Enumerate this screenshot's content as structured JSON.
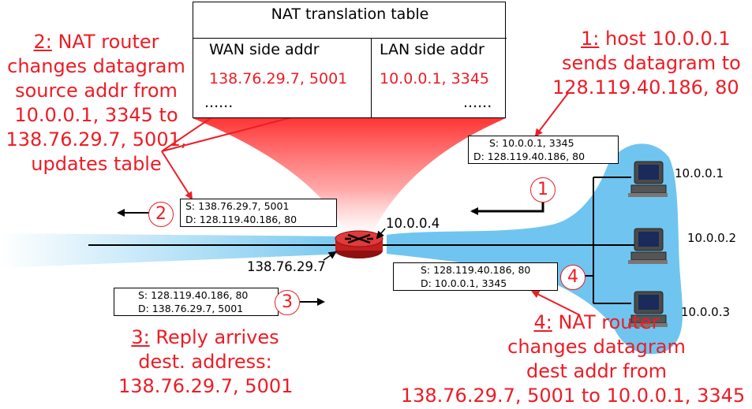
{
  "nat_table": {
    "title": "NAT translation table",
    "col_wan": "WAN side addr",
    "col_lan": "LAN side addr",
    "row1_wan": "138.76.29.7, 5001",
    "row1_lan": "10.0.0.1, 3345",
    "row2_wan": "......",
    "row2_lan": "......"
  },
  "steps": {
    "s1": {
      "num": "1:",
      "lines": [
        "host 10.0.0.1",
        "sends datagram to",
        "128.119.40.186, 80"
      ]
    },
    "s2": {
      "num": "2:",
      "lines": [
        "NAT router",
        "changes datagram",
        "source addr from",
        "10.0.0.1, 3345 to",
        "138.76.29.7, 5001,",
        "updates table"
      ]
    },
    "s3": {
      "num": "3:",
      "lines": [
        "Reply arrives",
        "dest. address:",
        "138.76.29.7, 5001"
      ]
    },
    "s4": {
      "num": "4:",
      "lines": [
        "NAT router",
        "changes datagram",
        "dest addr from",
        "138.76.29.7, 5001 to 10.0.0.1, 3345"
      ]
    }
  },
  "packets": {
    "p1": {
      "src": "S: 10.0.0.1, 3345",
      "dst": "D: 128.119.40.186, 80"
    },
    "p2": {
      "src": "S: 138.76.29.7, 5001",
      "dst": "D: 128.119.40.186, 80"
    },
    "p3": {
      "src": "S: 128.119.40.186, 80",
      "dst": "D: 138.76.29.7, 5001"
    },
    "p4": {
      "src": "S: 128.119.40.186, 80",
      "dst": "D: 10.0.0.1, 3345"
    }
  },
  "markers": {
    "m1": "1",
    "m2": "2",
    "m3": "3",
    "m4": "4"
  },
  "addresses": {
    "router_lan": "10.0.0.4",
    "router_wan": "138.76.29.7",
    "host1": "10.0.0.1",
    "host2": "10.0.0.2",
    "host3": "10.0.0.3"
  },
  "icons": {
    "router": "router-icon",
    "host": "desktop-computer-icon"
  },
  "colors": {
    "accent_red": "#ee1c25",
    "lan_blue": "#6fc5ef",
    "router_red": "#d42a2a"
  }
}
